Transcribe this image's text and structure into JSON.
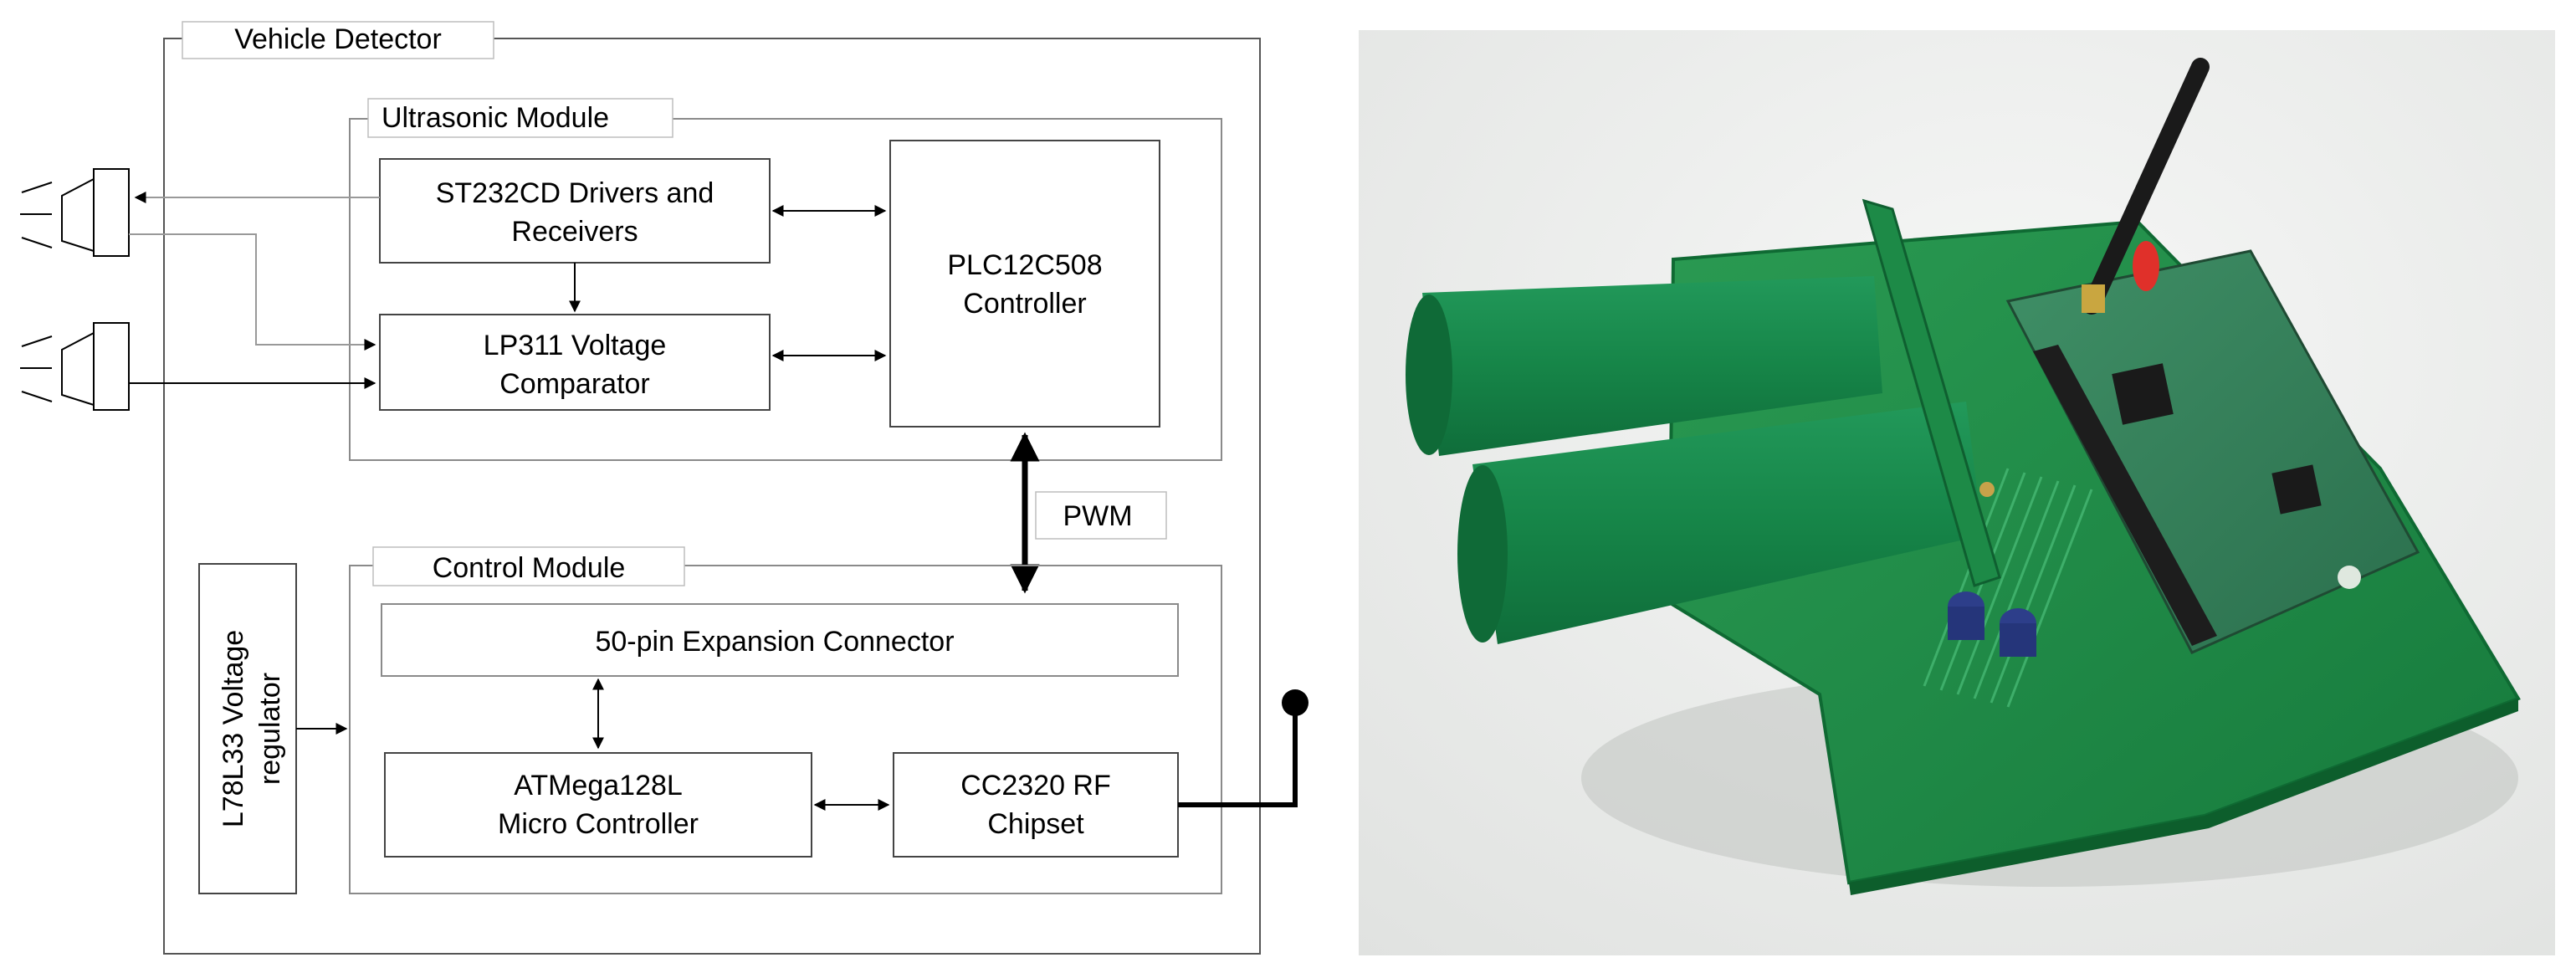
{
  "diagram": {
    "outer_group_label": "Vehicle Detector",
    "ultrasonic_module": {
      "label": "Ultrasonic Module",
      "driver_block": {
        "line1": "ST232CD Drivers and",
        "line2": "Receivers"
      },
      "comparator_block": {
        "line1": "LP311 Voltage",
        "line2": "Comparator"
      },
      "controller_block": {
        "line1": "PLC12C508",
        "line2": "Controller"
      }
    },
    "pwm_label": "PWM",
    "control_module": {
      "label": "Control Module",
      "connector_block": "50-pin Expansion Connector",
      "mcu_block": {
        "line1": "ATMega128L",
        "line2": "Micro Controller"
      },
      "rf_block": {
        "line1": "CC2320 RF",
        "line2": "Chipset"
      }
    },
    "regulator_block": {
      "line1": "L78L33  Voltage",
      "line2": "regulator"
    }
  },
  "photo": {
    "subject": "green printed circuit board with two green foam-covered ultrasonic tubes, a wireless module and a black antenna"
  },
  "colors": {
    "line": "#000000",
    "box_border": "#8a8a8a",
    "pcb_green": "#1e8a45",
    "felt_green": "#17874a",
    "photo_bg": "#ecedec"
  }
}
